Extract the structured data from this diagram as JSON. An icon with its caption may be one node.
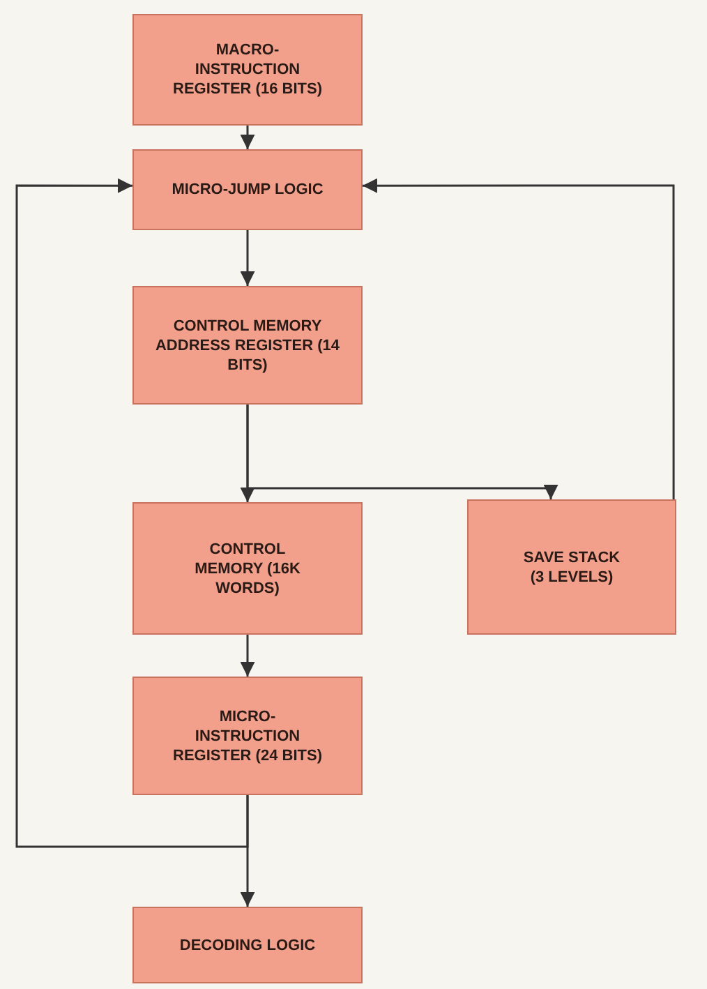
{
  "diagram": {
    "nodes": [
      {
        "text": [
          "MACRO- INSTRUCTION REGISTER (16 BITS)"
        ]
      },
      {
        "text": [
          "MICRO-JUMP LOGIC"
        ]
      },
      {
        "text": [
          "CONTROL MEMORY ADDRESS REGISTER (14 BITS)"
        ]
      },
      {
        "text": [
          "CONTROL MEMORY (16K WORDS)"
        ]
      },
      {
        "text": [
          "SAVE STACK (3 LEVELS)"
        ]
      },
      {
        "text": [
          "MICRO- INSTRUCTION REGISTER (24 BITS)"
        ]
      },
      {
        "text": [
          "DECODING LOGIC"
        ]
      }
    ],
    "edges": [
      {
        "from": 0,
        "to": 1,
        "arrow": "to"
      },
      {
        "from": 1,
        "to": 2,
        "arrow": "to"
      },
      {
        "from": 2,
        "to": 3,
        "arrow": "to"
      },
      {
        "from": 2,
        "to": 4,
        "arrow": "to"
      },
      {
        "from": 4,
        "to": 1,
        "arrow": "to"
      },
      {
        "from": 3,
        "to": 5,
        "arrow": "to"
      },
      {
        "from": 5,
        "to": 6,
        "arrow": "to"
      },
      {
        "from": 5,
        "to": 1,
        "arrow": "to"
      }
    ]
  }
}
